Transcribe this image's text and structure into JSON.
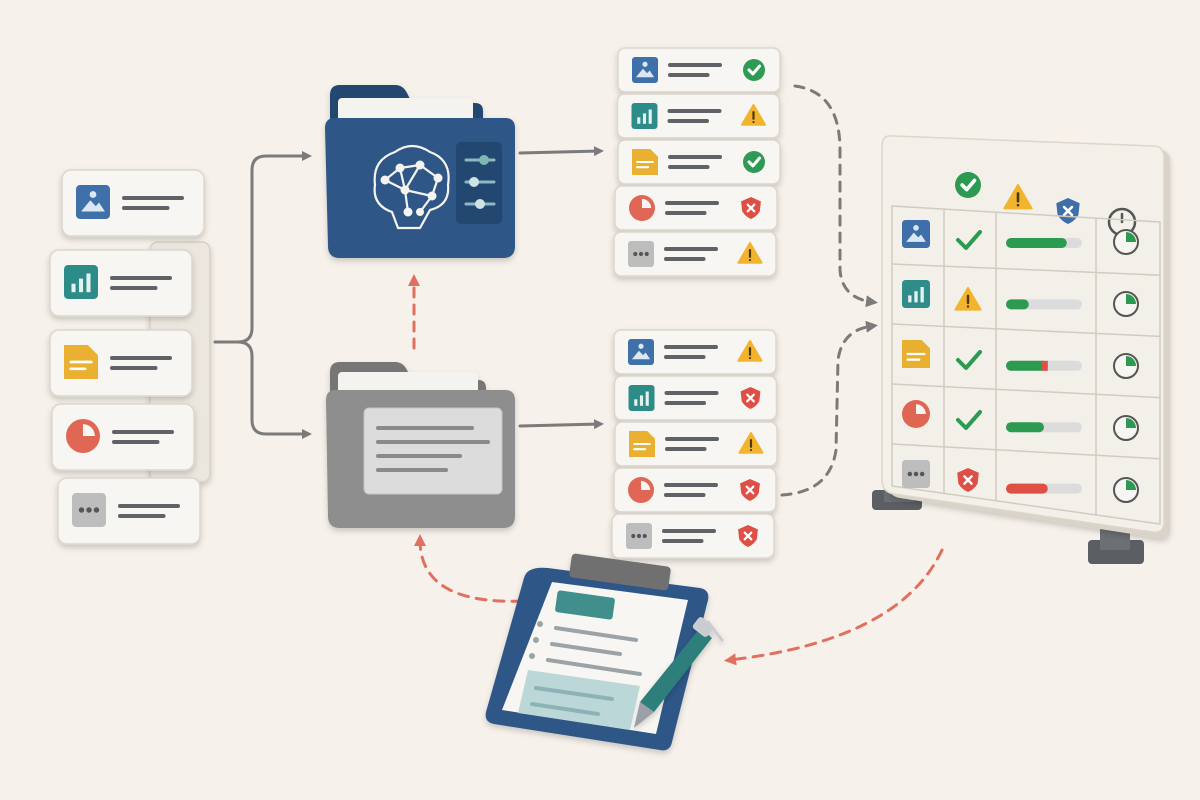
{
  "colors": {
    "background": "#f6f1ea",
    "card": "#f8f6f2",
    "card_edge": "#dcd6cc",
    "line_gray": "#5f6368",
    "arrow_gray": "#7b7b7b",
    "arrow_red": "#e0705f",
    "folder_blue": "#2f5687",
    "folder_blue_dark": "#244671",
    "folder_gray": "#8e8e8e",
    "folder_gray_dark": "#767676",
    "icon_blue": "#3f6fa9",
    "icon_teal": "#2f8c88",
    "icon_yellow": "#e9b030",
    "icon_red": "#e06654",
    "icon_gray": "#bdbdbd",
    "status_green": "#2d9a52",
    "status_yellow": "#f2b42d",
    "status_red": "#de4f45",
    "bar_track": "#dcdcdc",
    "clipboard_blue": "#2f5687",
    "clipboard_teal": "#3f8f8c",
    "pen_teal": "#2e7f7b"
  },
  "input_items": [
    {
      "icon": "image-icon"
    },
    {
      "icon": "chart-icon"
    },
    {
      "icon": "document-icon"
    },
    {
      "icon": "pie-chart-icon"
    },
    {
      "icon": "ellipsis-icon"
    }
  ],
  "ai_folder": {
    "icon": "neural-network-icon",
    "panel_icon": "sliders-icon"
  },
  "rule_folder": {
    "icon": "text-lines-icon"
  },
  "ai_results": [
    {
      "icon": "image-icon",
      "status": "pass"
    },
    {
      "icon": "chart-icon",
      "status": "warn"
    },
    {
      "icon": "document-icon",
      "status": "pass"
    },
    {
      "icon": "pie-chart-icon",
      "status": "fail"
    },
    {
      "icon": "ellipsis-icon",
      "status": "warn"
    }
  ],
  "rule_results": [
    {
      "icon": "image-icon",
      "status": "warn"
    },
    {
      "icon": "chart-icon",
      "status": "fail"
    },
    {
      "icon": "document-icon",
      "status": "warn"
    },
    {
      "icon": "pie-chart-icon",
      "status": "fail"
    },
    {
      "icon": "ellipsis-icon",
      "status": "fail"
    }
  ],
  "dashboard": {
    "header_icons": [
      "check-circle-icon",
      "warning-icon",
      "shield-x-icon",
      "clock-icon"
    ],
    "rows": [
      {
        "icon": "image-icon",
        "status": "check",
        "bar_fill": 0.8,
        "bar_color": "green",
        "clock": 0.25
      },
      {
        "icon": "chart-icon",
        "status": "warn",
        "bar_fill": 0.3,
        "bar_color": "green",
        "clock": 0.25
      },
      {
        "icon": "document-icon",
        "status": "check",
        "bar_fill": 0.55,
        "bar_color": "green-red",
        "clock": 0.25
      },
      {
        "icon": "pie-chart-icon",
        "status": "check",
        "bar_fill": 0.5,
        "bar_color": "green",
        "clock": 0.25
      },
      {
        "icon": "ellipsis-icon",
        "status": "fail",
        "bar_fill": 0.55,
        "bar_color": "red",
        "clock": 0.25
      }
    ]
  },
  "clipboard": {
    "icon": "clipboard-icon",
    "pen_icon": "pen-icon"
  }
}
